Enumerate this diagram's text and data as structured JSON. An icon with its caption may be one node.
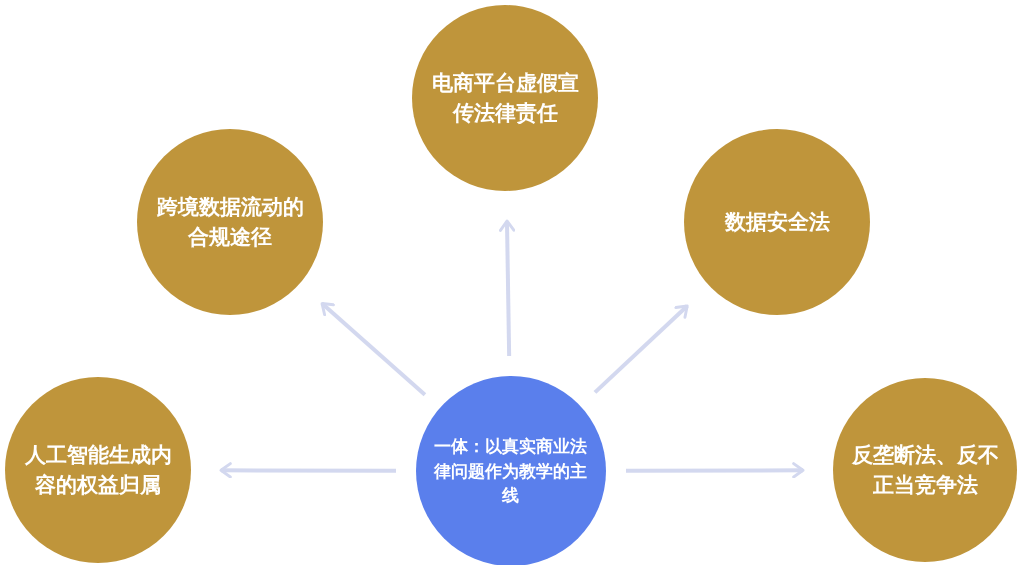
{
  "diagram": {
    "nodes": [
      {
        "text": [
          "一体：以真实商业法律问题作为教学的主线"
        ]
      },
      {
        "text": [
          "人工智能生成内容的权益归属"
        ]
      },
      {
        "text": [
          "跨境数据流动的合规途径"
        ]
      },
      {
        "text": [
          "电商平台虚假宣传法律责任"
        ]
      },
      {
        "text": [
          "数据安全法"
        ]
      },
      {
        "text": [
          "反垄断法、反不正当竞争法"
        ]
      }
    ],
    "edges": [
      {
        "from": 0,
        "to": 1,
        "arrow": "to"
      },
      {
        "from": 0,
        "to": 2,
        "arrow": "to"
      },
      {
        "from": 0,
        "to": 3,
        "arrow": "to"
      },
      {
        "from": 0,
        "to": 4,
        "arrow": "to"
      },
      {
        "from": 0,
        "to": 5,
        "arrow": "to"
      }
    ]
  }
}
